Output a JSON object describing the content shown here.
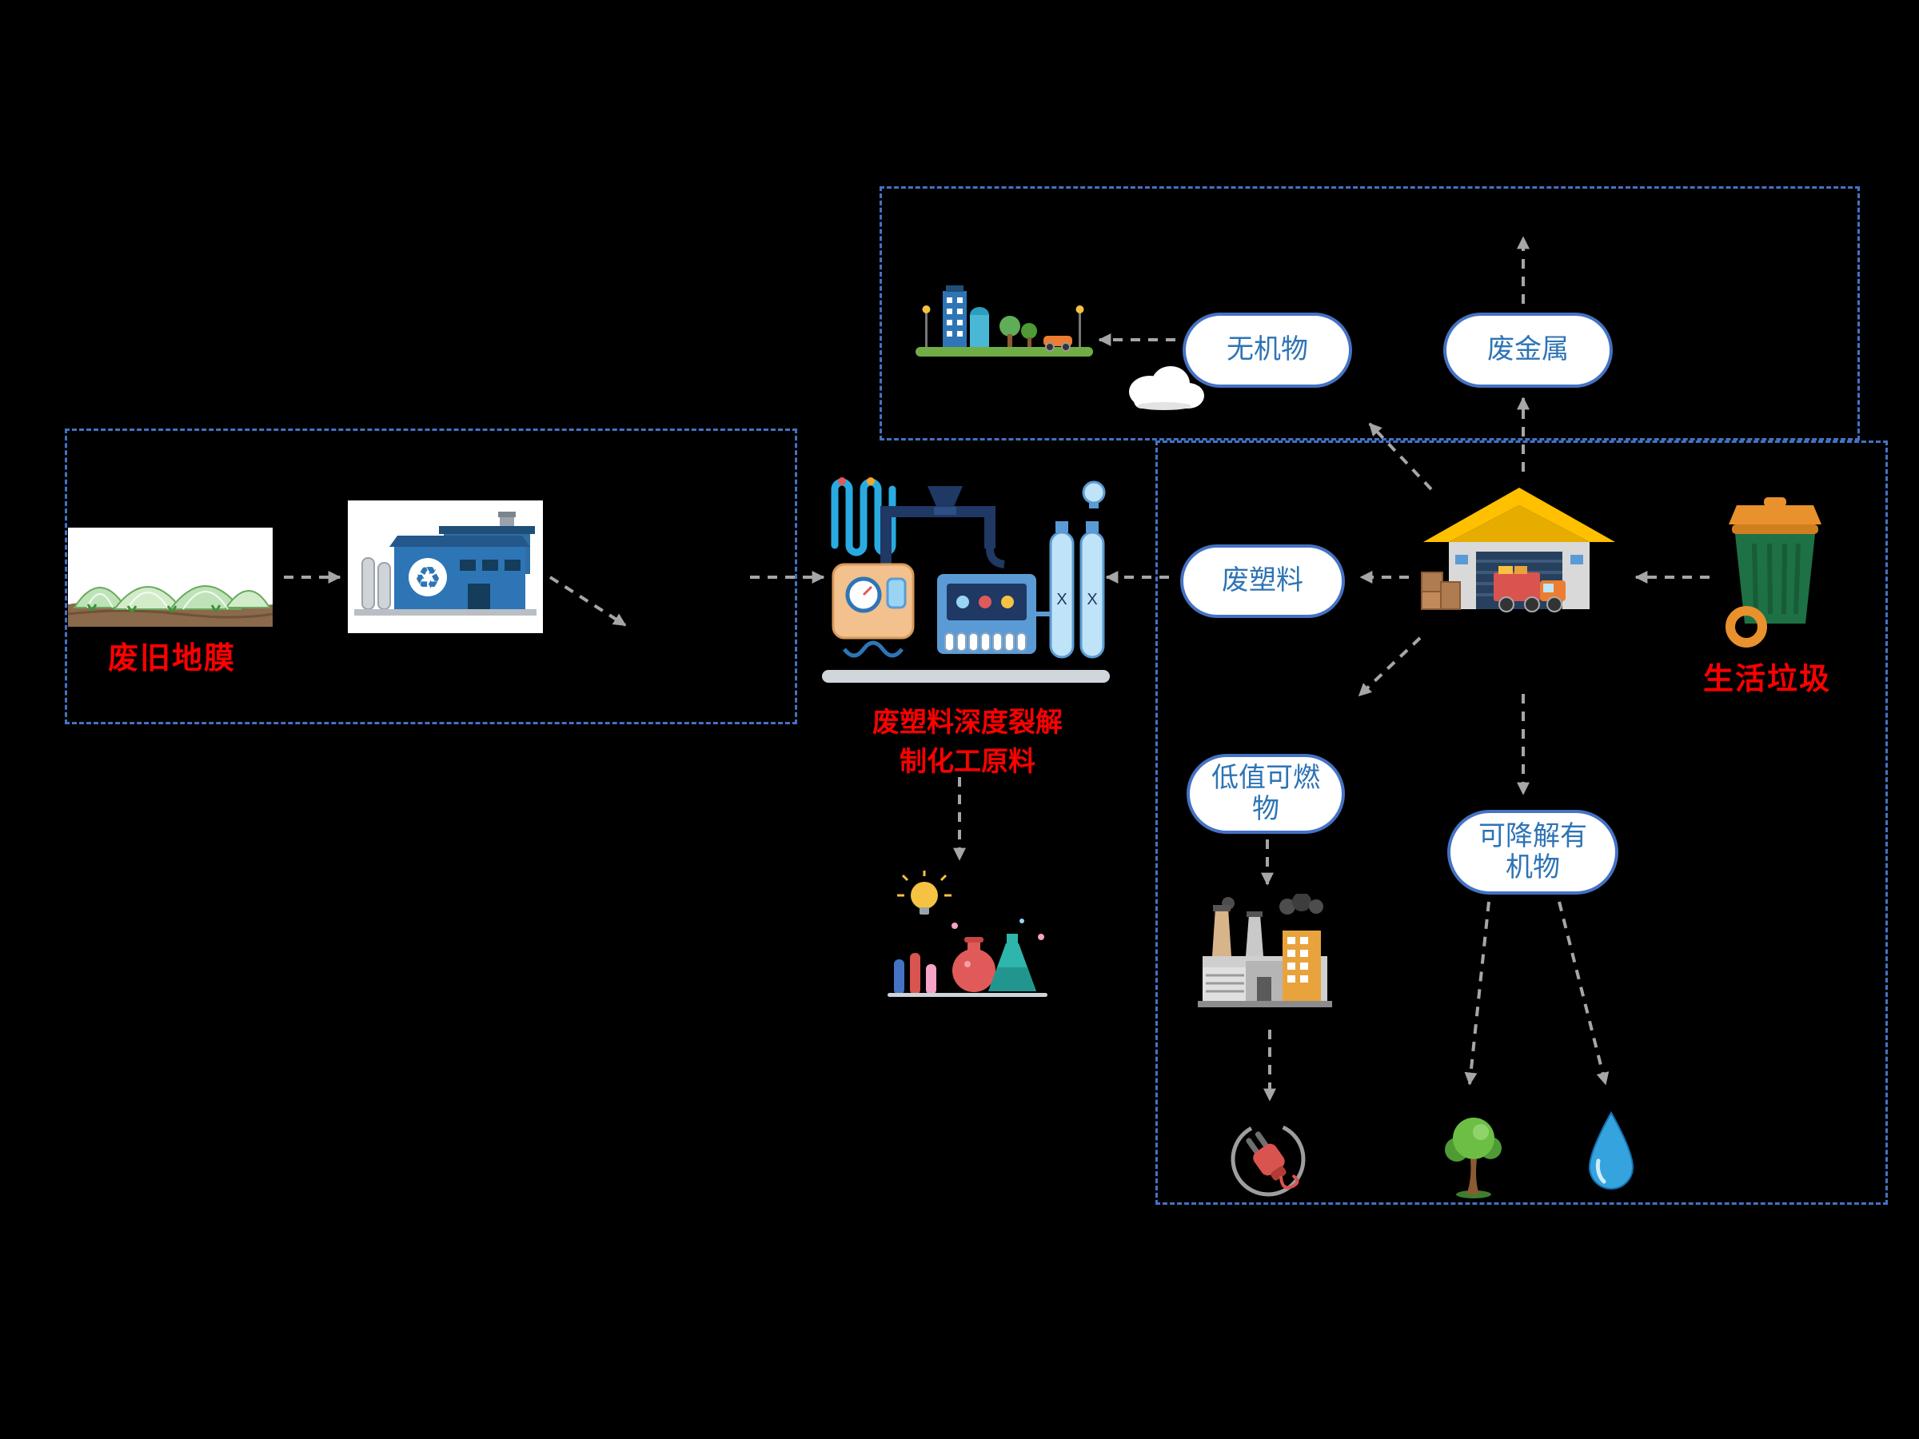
{
  "diagram": {
    "background_color": "#000000",
    "accent_colors": {
      "box_border_blue": "#4472C4",
      "bubble_text_blue": "#2E74B5",
      "arrow_gray": "#A6A6A6",
      "label_red": "#FF0000"
    },
    "source_section": {
      "field_label": "废旧地膜"
    },
    "pyrolysis_section": {
      "caption_line1": "废塑料深度裂解",
      "caption_line2": "制化工原料"
    },
    "sorting_section": {
      "bin_label": "生活垃圾",
      "bubbles": {
        "inorganic": "无机物",
        "waste_metal": "废金属",
        "waste_plastic": "废塑料",
        "low_value_combustible": "低值可燃\n物",
        "degradable_organic": "可降解有\n机物"
      }
    },
    "icons": [
      "greenhouse-field-icon",
      "recycling-factory-icon",
      "pyrolysis-plant-icon",
      "chemical-products-icon",
      "eco-city-icon",
      "cloud-icon",
      "sorting-warehouse-icon",
      "garbage-bin-icon",
      "power-plant-icon",
      "electric-plug-icon",
      "tree-icon",
      "water-drop-icon"
    ]
  }
}
